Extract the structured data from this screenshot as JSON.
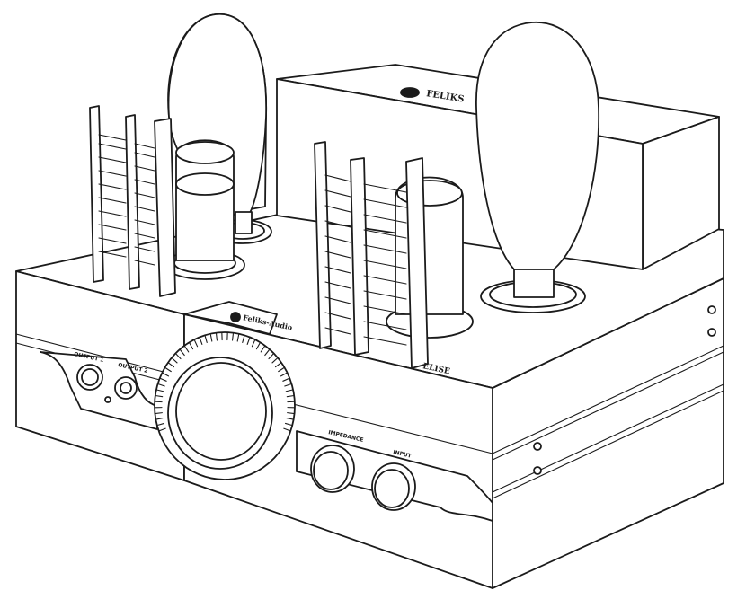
{
  "brand": {
    "name": "Feliks-Audio",
    "top_cover_text": "FELIKS"
  },
  "model": {
    "name": "ELISE"
  },
  "front_panel": {
    "output1_label": "OUTPUT 1",
    "output2_label": "OUTPUT 2",
    "impedance_label": "IMPEDANCE",
    "input_label": "INPUT"
  },
  "colors": {
    "line": "#1b1b1b",
    "fill": "#ffffff"
  }
}
